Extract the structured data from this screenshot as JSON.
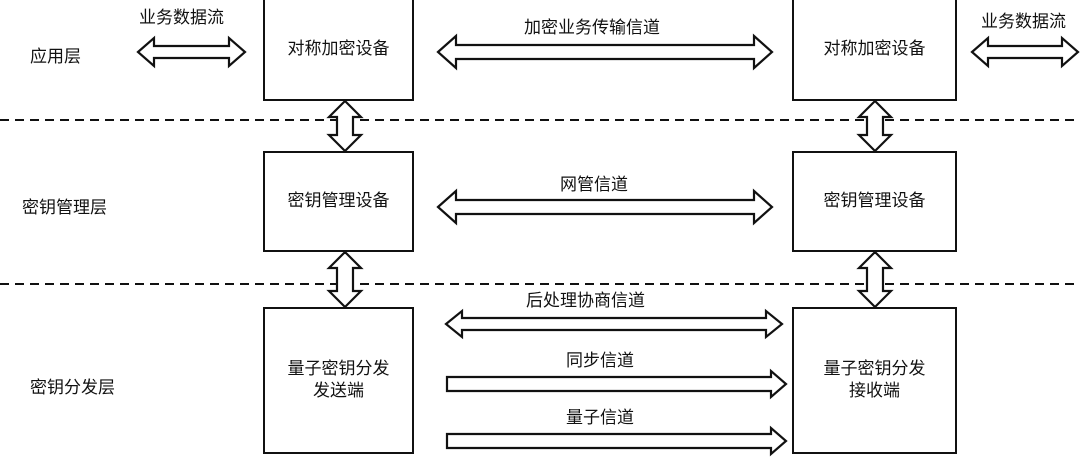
{
  "diagram": {
    "layers": [
      {
        "id": "application",
        "label": "应用层"
      },
      {
        "id": "key-management",
        "label": "密钥管理层"
      },
      {
        "id": "key-distribution",
        "label": "密钥分发层"
      }
    ],
    "nodes": {
      "left_encryption": {
        "lines": [
          "对称加密设备"
        ]
      },
      "right_encryption": {
        "lines": [
          "对称加密设备"
        ]
      },
      "left_key_mgmt": {
        "lines": [
          "密钥管理设备"
        ]
      },
      "right_key_mgmt": {
        "lines": [
          "密钥管理设备"
        ]
      },
      "qkd_sender": {
        "lines": [
          "量子密钥分发",
          "发送端"
        ]
      },
      "qkd_receiver": {
        "lines": [
          "量子密钥分发",
          "接收端"
        ]
      }
    },
    "edges": [
      {
        "id": "left-business-flow",
        "label": "业务数据流",
        "direction": "bidirectional",
        "from": "external-left",
        "to": "left_encryption"
      },
      {
        "id": "encrypted-channel",
        "label": "加密业务传输信道",
        "direction": "bidirectional",
        "from": "left_encryption",
        "to": "right_encryption"
      },
      {
        "id": "right-business-flow",
        "label": "业务数据流",
        "direction": "bidirectional",
        "from": "right_encryption",
        "to": "external-right"
      },
      {
        "id": "network-mgmt-channel",
        "label": "网管信道",
        "direction": "bidirectional",
        "from": "left_key_mgmt",
        "to": "right_key_mgmt"
      },
      {
        "id": "post-processing-channel",
        "label": "后处理协商信道",
        "direction": "bidirectional",
        "from": "qkd_sender",
        "to": "qkd_receiver"
      },
      {
        "id": "sync-channel",
        "label": "同步信道",
        "direction": "forward",
        "from": "qkd_sender",
        "to": "qkd_receiver"
      },
      {
        "id": "quantum-channel",
        "label": "量子信道",
        "direction": "forward",
        "from": "qkd_sender",
        "to": "qkd_receiver"
      },
      {
        "id": "left-enc-mgmt-link",
        "label": "",
        "direction": "bidirectional",
        "from": "left_encryption",
        "to": "left_key_mgmt"
      },
      {
        "id": "left-mgmt-qkd-link",
        "label": "",
        "direction": "bidirectional",
        "from": "left_key_mgmt",
        "to": "qkd_sender"
      },
      {
        "id": "right-enc-mgmt-link",
        "label": "",
        "direction": "bidirectional",
        "from": "right_encryption",
        "to": "right_key_mgmt"
      },
      {
        "id": "right-mgmt-qkd-link",
        "label": "",
        "direction": "bidirectional",
        "from": "right_key_mgmt",
        "to": "qkd_receiver"
      }
    ]
  }
}
